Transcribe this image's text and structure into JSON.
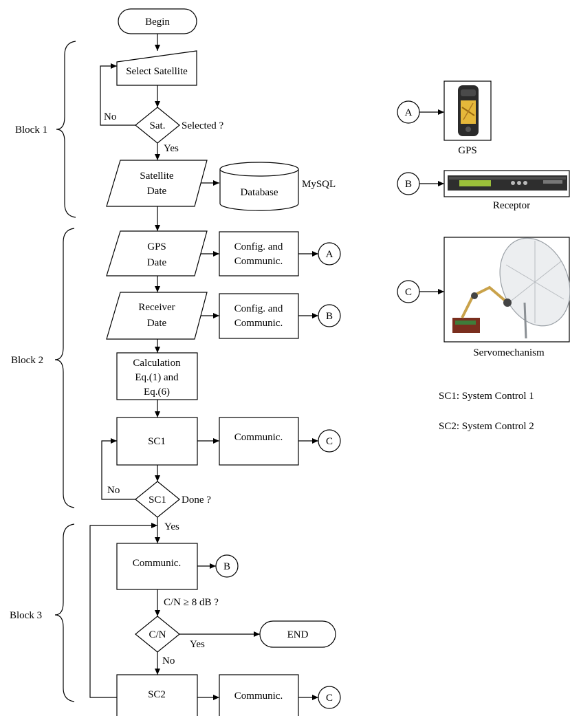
{
  "flow": {
    "begin": "Begin",
    "end": "END",
    "select_satellite": "Select Satellite",
    "sat_decision": "Sat.",
    "sat_selected": "Selected ?",
    "yes": "Yes",
    "no": "No",
    "satellite_date_1": "Satellite",
    "satellite_date_2": "Date",
    "database": "Database",
    "mysql": "MySQL",
    "gps_date_1": "GPS",
    "gps_date_2": "Date",
    "config_1": "Config. and",
    "config_2": "Communic.",
    "receiver_date_1": "Receiver",
    "receiver_date_2": "Date",
    "calc_1": "Calculation",
    "calc_2": "Eq.(1) and",
    "calc_3": "Eq.(6)",
    "sc1": "SC1",
    "sc2": "SC2",
    "done": "Done ?",
    "communic": "Communic.",
    "cn": "C/N",
    "cn_question": "C/N ≥ 8 dB ?",
    "conn_a": "A",
    "conn_b": "B",
    "conn_c": "C"
  },
  "blocks": {
    "block1": "Block 1",
    "block2": "Block 2",
    "block3": "Block 3"
  },
  "devices": {
    "gps": "GPS",
    "receptor": "Receptor",
    "servo": "Servomechanism"
  },
  "legend": {
    "sc1": "SC1: System Control 1",
    "sc2": "SC2: System Control 2"
  }
}
